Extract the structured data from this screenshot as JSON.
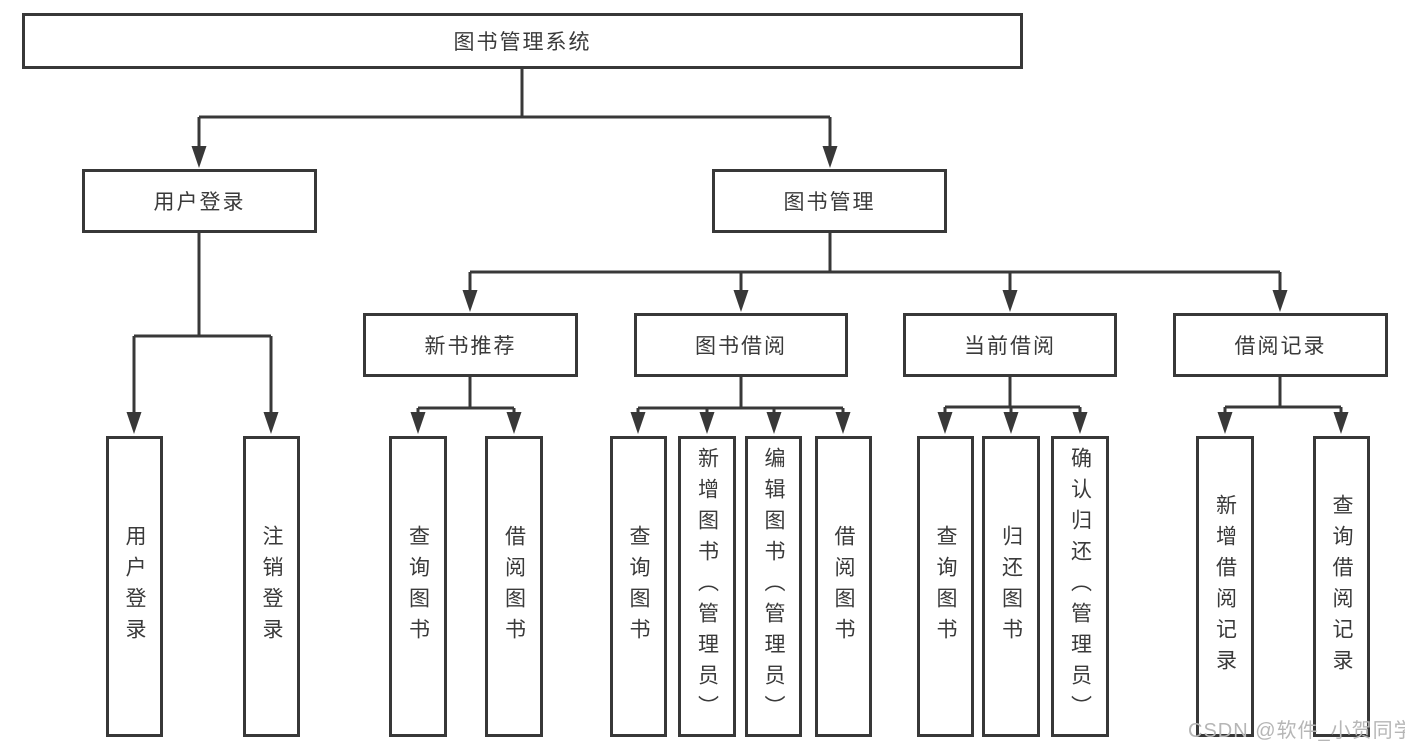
{
  "nodes": {
    "root": "图书管理系统",
    "login": "用户登录",
    "mgmt": "图书管理",
    "l3": [
      "新书推荐",
      "图书借阅",
      "当前借阅",
      "借阅记录"
    ],
    "loginLeaves": [
      "用户登录",
      "注销登录"
    ],
    "recommendLeaves": [
      "查询图书",
      "借阅图书"
    ],
    "borrowLeaves": [
      "查询图书",
      "新增图书（管理员）",
      "编辑图书（管理员）",
      "借阅图书"
    ],
    "currentLeaves": [
      "查询图书",
      "归还图书",
      "确认归还（管理员）"
    ],
    "recordLeaves": [
      "新增借阅记录",
      "查询借阅记录"
    ]
  },
  "colors": {
    "line": "#383838",
    "text": "#3a3a3a",
    "watermark": "#b6b6b6",
    "background": "#ffffff"
  },
  "watermark": "CSDN @软件_小贺同学"
}
